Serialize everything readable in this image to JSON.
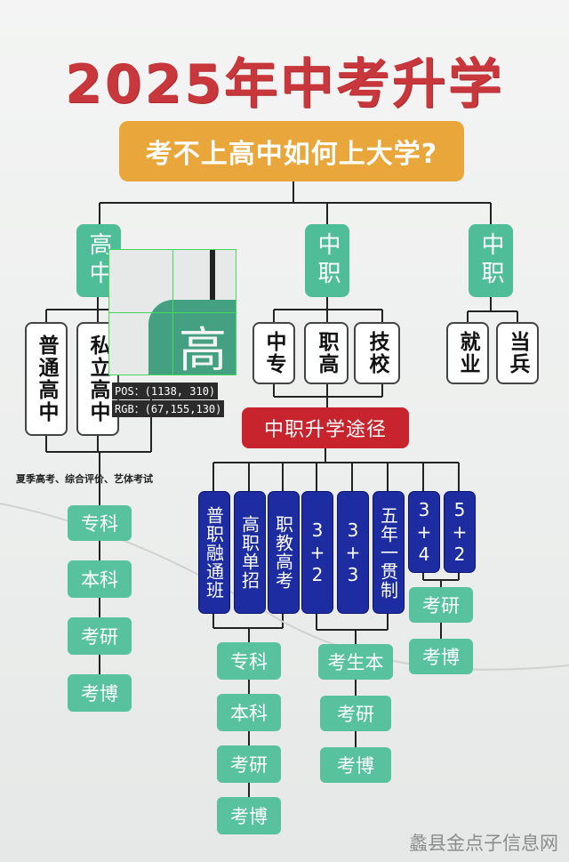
{
  "title": "2025年中考升学",
  "question": "考不上高中如何上大学?",
  "branches": {
    "high_school": "高中",
    "vocational_1": "中职",
    "vocational_2": "中职"
  },
  "high_school_types": [
    "普通高中",
    "私立高中"
  ],
  "vocational_types": [
    "中专",
    "职高",
    "技校"
  ],
  "other_options": [
    "就业",
    "当兵"
  ],
  "exam_note": "夏季高考、综合评价、艺体考试",
  "left_path": [
    "专科",
    "本科",
    "考研",
    "考博"
  ],
  "vocational_path_title": "中职升学途径",
  "vocational_routes": [
    "普职融通班",
    "高职单招",
    "职教高考",
    "3+2",
    "3+3",
    "五年一贯制",
    "3+4",
    "5+2"
  ],
  "route_group1_path": [
    "专科",
    "本科",
    "考研",
    "考博"
  ],
  "route_group2_path": [
    "考生本",
    "考研",
    "考博"
  ],
  "route_group3_path": [
    "考研",
    "考博"
  ],
  "watermark": "蠡县金点子信息网",
  "picker": {
    "pos": "POS：(1138, 310)",
    "rgb": "RGB：(67,155,130)",
    "magnified_char": "高"
  },
  "colors": {
    "title": "#c8373b",
    "question_bg": "#e9a63b",
    "green": "#4fbe98",
    "red": "#c8242e",
    "blue": "#1d2ca0",
    "picked": "#439b82"
  }
}
